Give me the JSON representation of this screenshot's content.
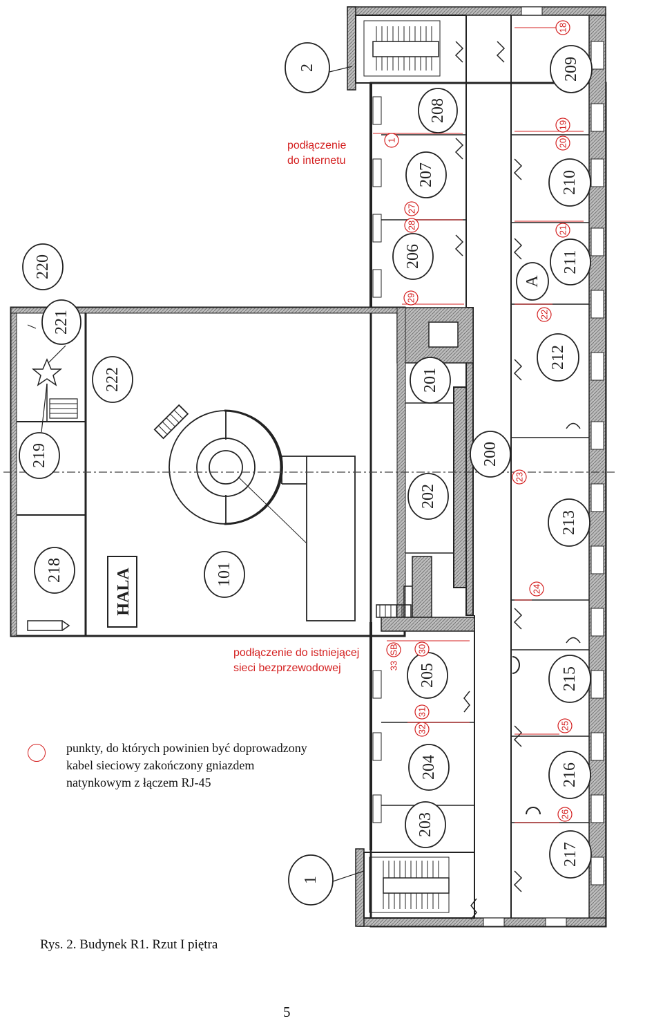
{
  "rooms": {
    "r101": "101",
    "r200": "200",
    "r201": "201",
    "r202": "202",
    "r203": "203",
    "r204": "204",
    "r205": "205",
    "r206": "206",
    "r207": "207",
    "r208": "208",
    "r209": "209",
    "r210": "210",
    "r211": "211",
    "r212": "212",
    "r213": "213",
    "r215": "215",
    "r216": "216",
    "r217": "217",
    "r218": "218",
    "r219": "219",
    "r220": "220",
    "r221": "221",
    "r222": "222",
    "stair1": "1",
    "stair2": "2",
    "roomA": "A",
    "hala": "HALA"
  },
  "points": {
    "p1": "1",
    "p18": "18",
    "p19": "19",
    "p20": "20",
    "p21": "21",
    "p22": "22",
    "p23": "23",
    "p24": "24",
    "p25": "25",
    "p26": "26",
    "p27": "27",
    "p28": "28",
    "p29": "29",
    "p30": "30",
    "p31": "31",
    "p32": "32",
    "p33": "33",
    "pSB": "SB"
  },
  "notes": {
    "internet_line1": "podłączenie",
    "internet_line2": "do internetu",
    "wireless_line1": "podłączenie do istniejącej",
    "wireless_line2": "sieci bezprzewodowej"
  },
  "legend": {
    "text": "punkty, do których powinien być doprowadzony kabel sieciowy zakończony gniazdem natynkowym z łączem RJ-45"
  },
  "caption": "Rys. 2.  Budynek R1. Rzut I piętra",
  "page_number": "5",
  "colors": {
    "accent": "#d42020",
    "wall": "#9a9a9a",
    "line": "#222222"
  }
}
